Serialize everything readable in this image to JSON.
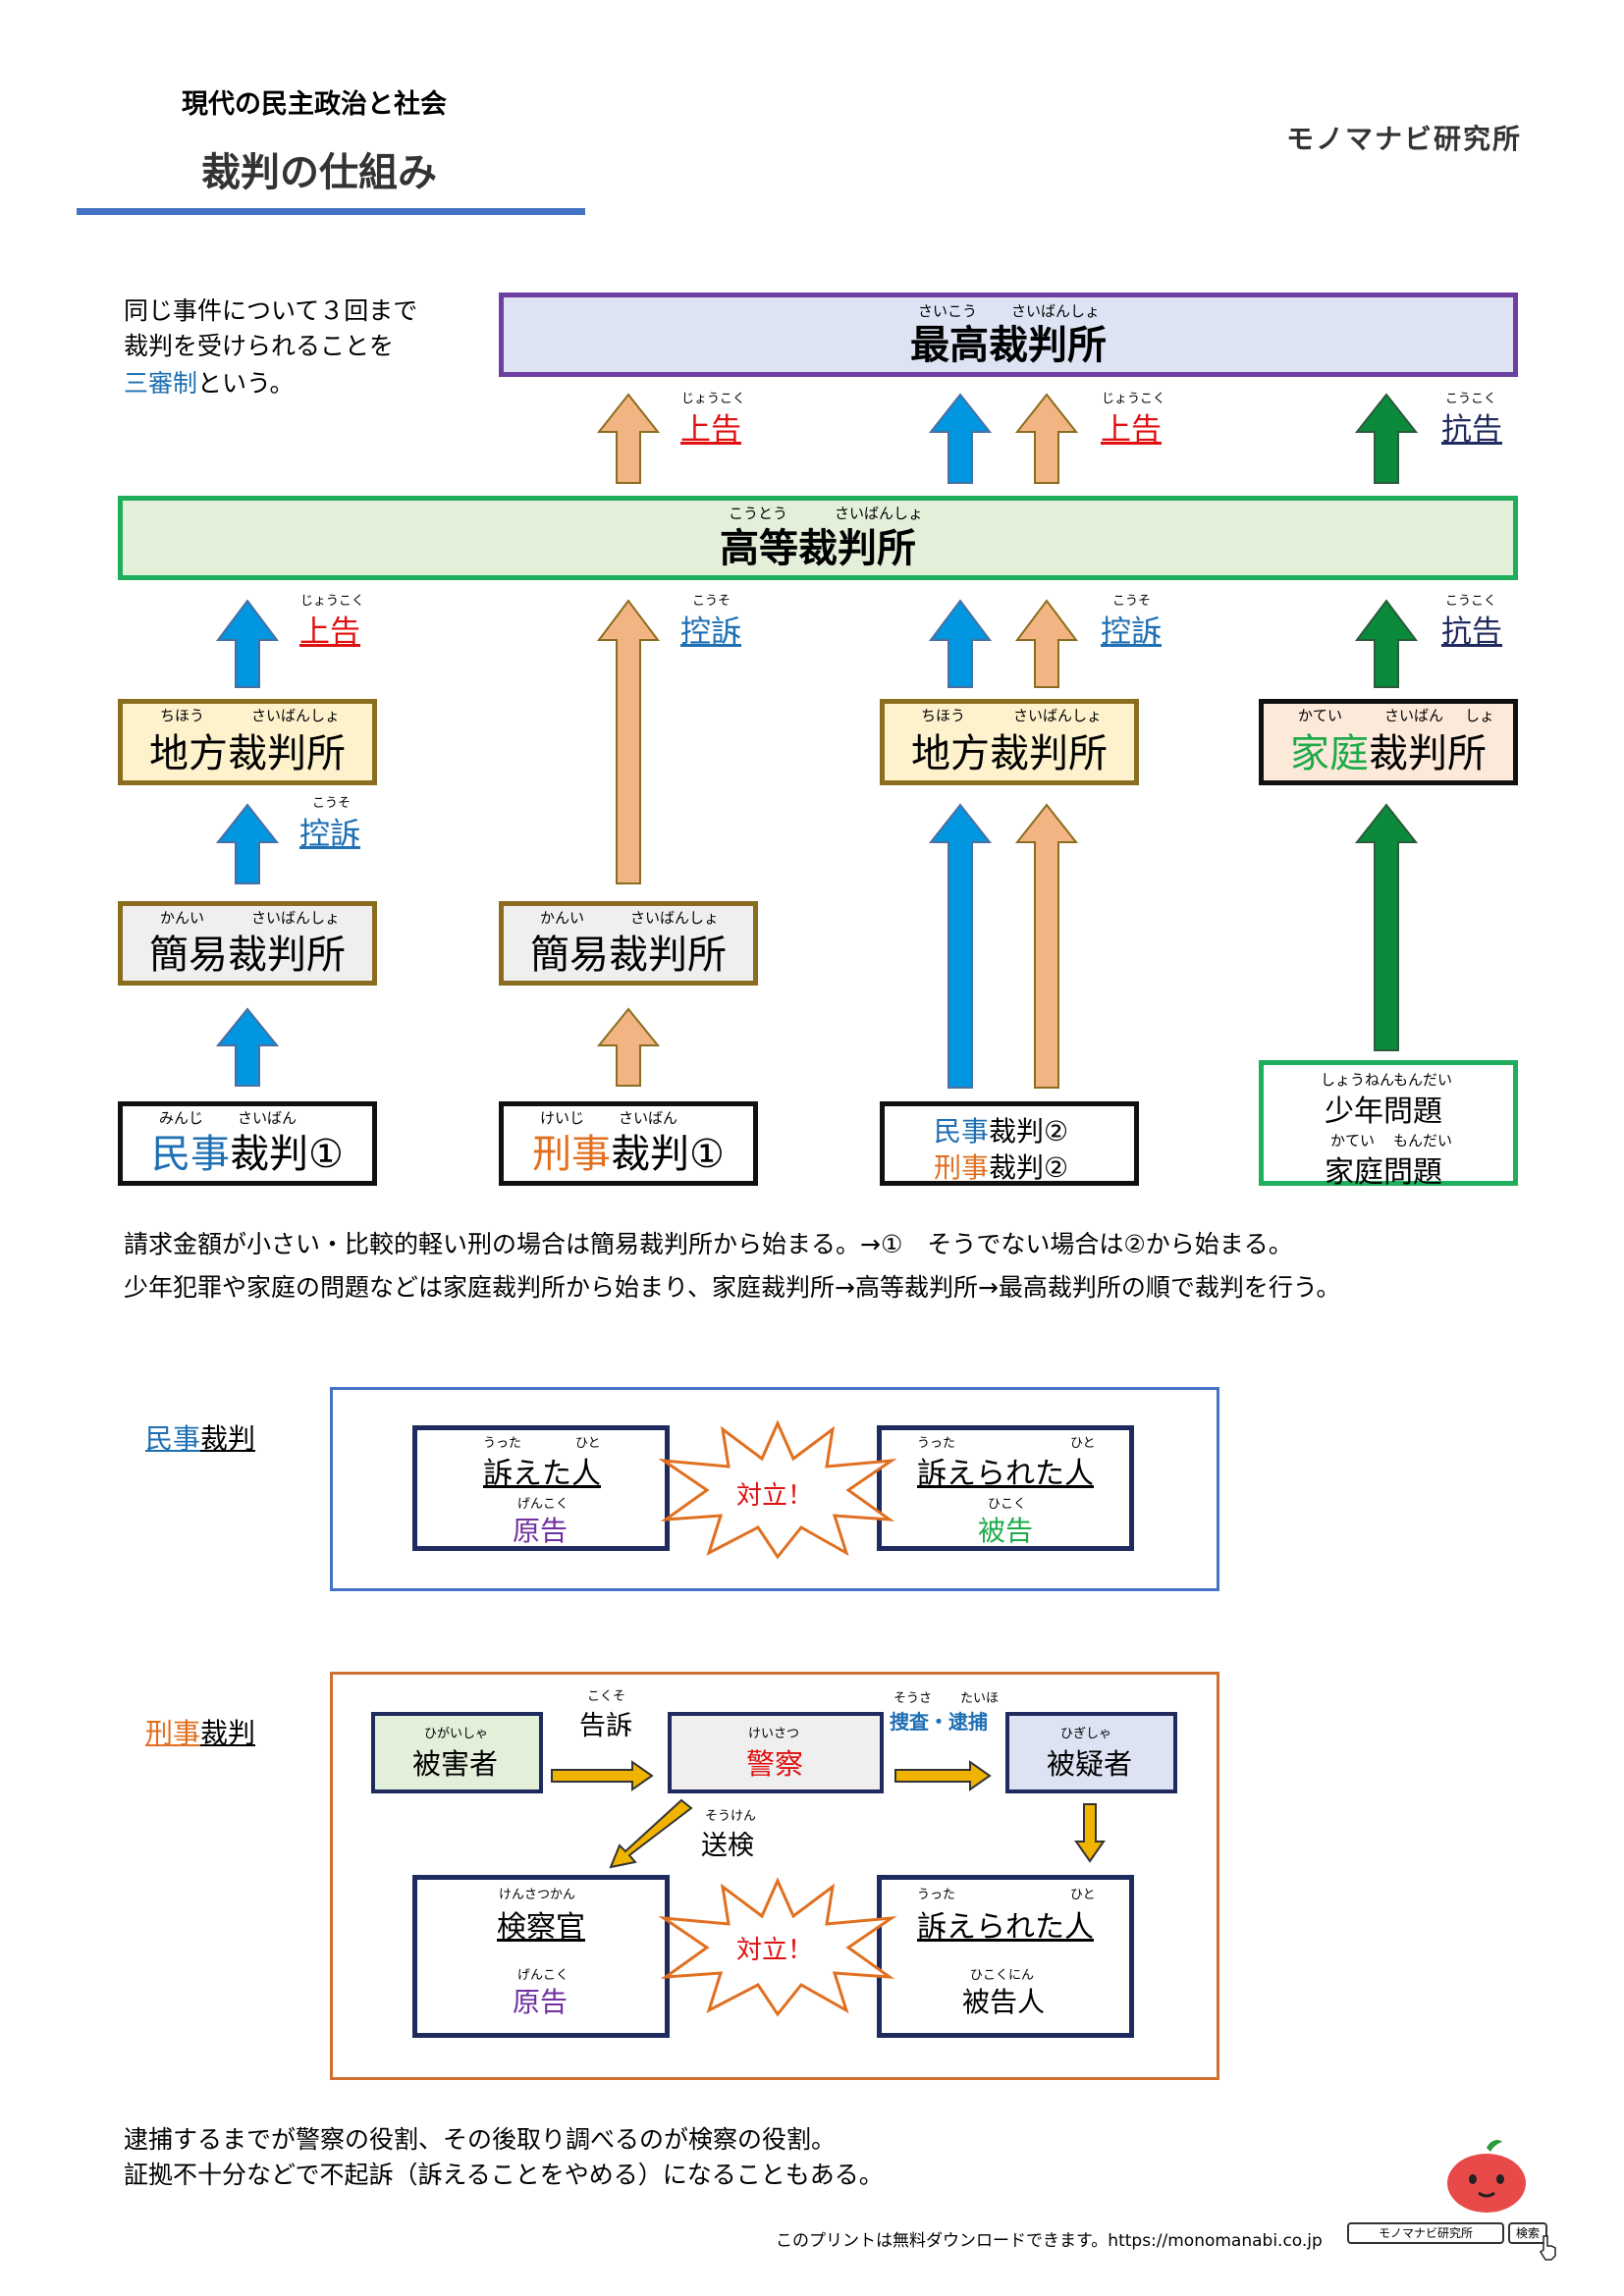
{
  "header": {
    "subject": "現代の民主政治と社会",
    "title": "裁判の仕組み",
    "brand": "モノマナビ研究所"
  },
  "intro": {
    "line1": "同じ事件について３回まで",
    "line2": "裁判を受けられることを",
    "term": "三審制",
    "suffix": "という。"
  },
  "courts": {
    "supreme": {
      "label": "最高裁判所",
      "ruby_a": "さいこう",
      "ruby_b": "さいばんしょ"
    },
    "high": {
      "label": "高等裁判所",
      "ruby_a": "こうとう",
      "ruby_b": "さいばんしょ"
    },
    "district_1": {
      "label": "地方裁判所",
      "ruby_a": "ちほう",
      "ruby_b": "さいばんしょ"
    },
    "district_2": {
      "label": "地方裁判所",
      "ruby_a": "ちほう",
      "ruby_b": "さいばんしょ"
    },
    "family": {
      "label_a": "家庭",
      "label_b": "裁判所",
      "ruby_a": "かてい",
      "ruby_b": "さいばん",
      "ruby_c": "しょ"
    },
    "summary_1": {
      "label": "簡易裁判所",
      "ruby_a": "かんい",
      "ruby_b": "さいばんしょ"
    },
    "summary_2": {
      "label": "簡易裁判所",
      "ruby_a": "かんい",
      "ruby_b": "さいばんしょ"
    }
  },
  "starts": {
    "civil_1": {
      "a": "民事",
      "b": "裁判①",
      "ruby_a": "みんじ",
      "ruby_b": "さいばん"
    },
    "criminal_1": {
      "a": "刑事",
      "b": "裁判①",
      "ruby_a": "けいじ",
      "ruby_b": "さいばん"
    },
    "civil_2": {
      "a": "民事",
      "b": "裁判②"
    },
    "criminal_2": {
      "a": "刑事",
      "b": "裁判②"
    },
    "juvenile": {
      "line1": "少年問題",
      "line2": "家庭問題",
      "ruby1_a": "しょうねん",
      "ruby1_b": "もんだい",
      "ruby2_a": "かてい",
      "ruby2_b": "もんだい"
    }
  },
  "appeals": {
    "jokoku": {
      "label": "上告",
      "ruby": "じょうこく"
    },
    "koso": {
      "label": "控訴",
      "ruby": "こうそ"
    },
    "kokoku": {
      "label": "抗告",
      "ruby": "こうこく"
    }
  },
  "explanation": {
    "line1": "請求金額が小さい・比較的軽い刑の場合は簡易裁判所から始まる。→①　そうでない場合は②から始まる。",
    "line2": "少年犯罪や家庭の問題などは家庭裁判所から始まり、家庭裁判所→高等裁判所→最高裁判所の順で裁判を行う。"
  },
  "civil_section": {
    "label_a": "民事",
    "label_b": "裁判",
    "plaintiff": {
      "title": "訴えた人",
      "ruby_a": "うった",
      "ruby_b": "ひと",
      "role": "原告",
      "role_ruby": "げんこく"
    },
    "defendant": {
      "title": "訴えられた人",
      "ruby_a": "うった",
      "ruby_b": "ひと",
      "role": "被告",
      "role_ruby": "ひこく"
    },
    "conflict": "対立！"
  },
  "criminal_section": {
    "label_a": "刑事",
    "label_b": "裁判",
    "victim": {
      "label": "被害者",
      "ruby": "ひがいしゃ"
    },
    "police": {
      "label": "警察",
      "ruby": "けいさつ"
    },
    "suspect": {
      "label": "被疑者",
      "ruby": "ひぎしゃ"
    },
    "complaint": {
      "label": "告訴",
      "ruby": "こくそ"
    },
    "investigation": {
      "label": "捜査・逮捕",
      "ruby_a": "そうさ",
      "ruby_b": "たいほ"
    },
    "referral": {
      "label": "送検",
      "ruby": "そうけん"
    },
    "prosecutor": {
      "title": "検察官",
      "ruby": "けんさつかん",
      "role": "原告",
      "role_ruby": "げんこく"
    },
    "accused": {
      "title": "訴えられた人",
      "ruby_a": "うった",
      "ruby_b": "ひと",
      "role": "被告人",
      "role_ruby": "ひこくにん"
    },
    "conflict": "対立！"
  },
  "footer": {
    "note1": "逮捕するまでが警察の役割、その後取り調べるのが検察の役割。",
    "note2": "証拠不十分などで不起訴（訴えることをやめる）になることもある。",
    "download": "このプリントは無料ダウンロードできます。https://monomanabi.co.jp",
    "search_box": "モノマナビ研究所",
    "search_button": "検索"
  },
  "colors": {
    "supreme_border": "#6e3fa3",
    "supreme_fill": "#dde3f3",
    "high_border": "#1fae5b",
    "high_fill": "#e3efd9",
    "court_border": "#8a6d1f",
    "district_fill": "#fdf2cc",
    "summary_fill": "#efefef",
    "family_fill": "#fde9d9",
    "blue_arrow": "#0096e0",
    "orange_arrow": "#f2b482",
    "green_arrow": "#0a8a3a",
    "red": "#e01010",
    "link_blue": "#1e6fb3",
    "orange_text": "#e07020",
    "green_text": "#1faa4a",
    "purple": "#7030a0",
    "gold_arrow": "#f0b400",
    "header_line": "#4472c4",
    "civil_frame": "#4472c4",
    "criminal_frame": "#d07030"
  }
}
